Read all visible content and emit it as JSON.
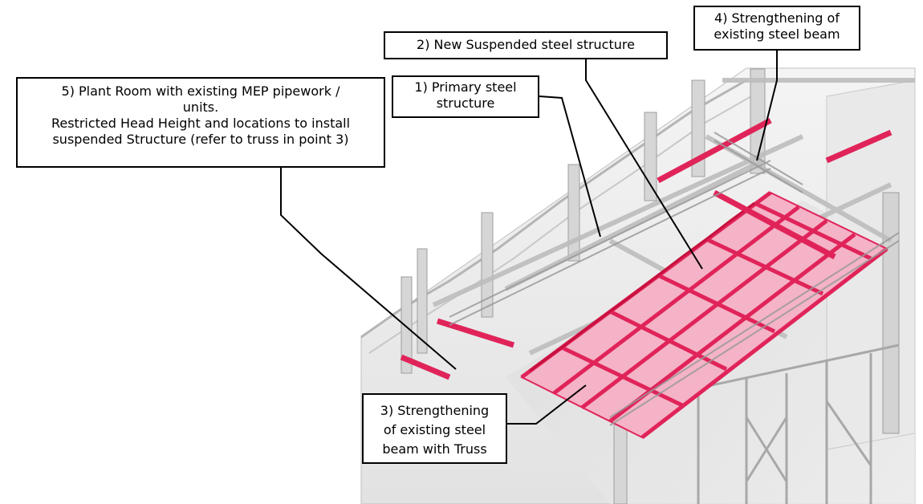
{
  "callouts": {
    "plant_room": {
      "line1": "5) Plant Room with existing MEP pipework /",
      "line2": "units.",
      "line3": "Restricted Head Height and locations to install",
      "line4": "suspended Structure (refer to truss in point 3)"
    },
    "primary_steel": {
      "line1": "1) Primary steel",
      "line2": "structure"
    },
    "suspended_steel": {
      "line1": "2) New Suspended steel structure"
    },
    "strengthening_beam": {
      "line1": "4) Strengthening of",
      "line2": "existing steel beam"
    },
    "truss": {
      "line1": "3) Strengthening",
      "line2": "of existing steel",
      "line3": "beam with Truss"
    }
  },
  "colors": {
    "new_steel": "#e0245a",
    "existing_steel": "#bdbdbd",
    "leader_line": "#000000",
    "callout_border": "#000000"
  }
}
